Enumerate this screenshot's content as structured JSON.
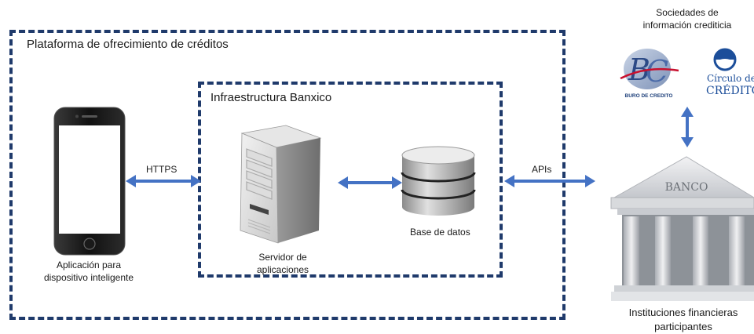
{
  "platform_title": "Plataforma de ofrecimiento de créditos",
  "infra_title": "Infraestructura Banxico",
  "app_label_line1": "Aplicación para",
  "app_label_line2": "dispositivo inteligente",
  "server_label_line1": "Servidor de",
  "server_label_line2": "aplicaciones",
  "db_label": "Base de datos",
  "https_label": "HTTPS",
  "apis_label": "APIs",
  "sic_title_line1": "Sociedades de",
  "sic_title_line2": "información crediticia",
  "buro_logo_text": "BURO DE CREDITO",
  "circulo_text_line1": "Círculo de",
  "circulo_text_line2": "CRÉDITO",
  "bank_sign": "BANCO",
  "inst_label_line1": "Instituciones financieras",
  "inst_label_line2": "participantes",
  "colors": {
    "dashed_border": "#1f3a6b",
    "arrow": "#4472c4",
    "circulo_blue": "#1c4e9a"
  }
}
